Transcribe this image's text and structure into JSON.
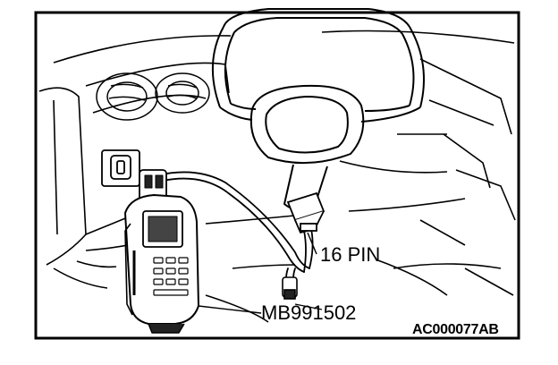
{
  "labels": {
    "connector": "16 PIN",
    "tool": "MB991502",
    "figure_code": "AC000077AB"
  }
}
